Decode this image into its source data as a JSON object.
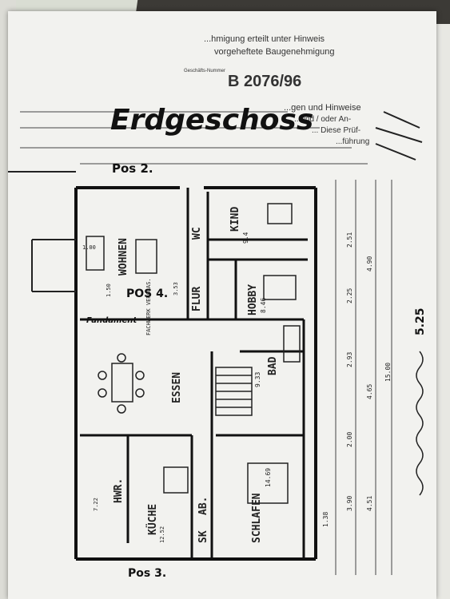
{
  "stamp": {
    "line1": "...hmigung erteilt unter Hinweis",
    "line2": "vorgeheftete Baugenehmigung",
    "ref_prefix": "Geschäfts-Nummer",
    "ref_number": "B 2076/96",
    "line3": "...gen und Hinweise",
    "line4": "...und / oder An-",
    "line5": "... Diese Prüf-",
    "line6": "...führung"
  },
  "title": "Erdgeschoss",
  "position_labels": {
    "top": "Pos 2.",
    "middle": "POS 4.",
    "bottom": "Pos 3."
  },
  "rooms": [
    {
      "name": "WOHNEN"
    },
    {
      "name": "WC"
    },
    {
      "name": "KIND",
      "area": "9.4"
    },
    {
      "name": "FLUR"
    },
    {
      "name": "HOBBY",
      "area": "8.46"
    },
    {
      "name": "BAD",
      "area": "9.33"
    },
    {
      "name": "ESSEN"
    },
    {
      "name": "HWR."
    },
    {
      "name": "KÜCHE"
    },
    {
      "name": "SK"
    },
    {
      "name": "AB."
    },
    {
      "name": "SCHLAFEN",
      "area": "14.69"
    }
  ],
  "annotations": {
    "fachwerk": "FACHWERK VERGLAS.",
    "fundament": "Fundament",
    "dim_wohnen_1": "1.00",
    "dim_wohnen_2": "1.50",
    "dim_flur": "3.53",
    "dim_kueche": "12.52",
    "dim_hwr": "7.22"
  },
  "side_dimensions": [
    "2.51",
    "4.90",
    "2.25",
    "2.93",
    "4.65",
    "15.00",
    "2.00",
    "3.90",
    "4.51",
    "1.38"
  ],
  "margin_note": "5.25"
}
